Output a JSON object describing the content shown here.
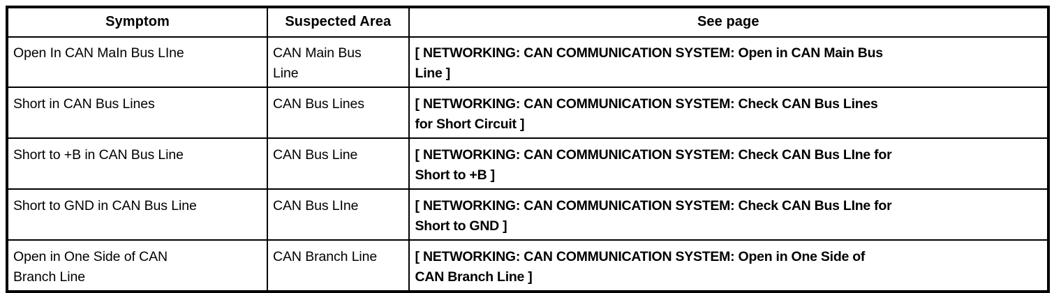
{
  "document": {
    "kind": "service-manual-symptom-table"
  },
  "table": {
    "columns": [
      {
        "key": "symptom",
        "label": "Symptom"
      },
      {
        "key": "suspected_area",
        "label": "Suspected Area"
      },
      {
        "key": "see_page",
        "label": "See page"
      }
    ],
    "rows": [
      {
        "symptom": "Open In CAN MaIn Bus LIne",
        "suspected_area": "CAN Main Bus\nLine",
        "see_page": "[ NETWORKING: CAN COMMUNICATION SYSTEM: Open in CAN Main Bus\nLine ]"
      },
      {
        "symptom": "Short in CAN Bus Lines",
        "suspected_area": "CAN Bus Lines",
        "see_page": "[ NETWORKING: CAN COMMUNICATION SYSTEM: Check CAN Bus Lines\nfor Short Circuit ]"
      },
      {
        "symptom": "Short to +B in CAN Bus Line",
        "suspected_area": "CAN Bus Line",
        "see_page": "[ NETWORKING: CAN COMMUNICATION SYSTEM: Check CAN Bus LIne for\nShort to +B ]"
      },
      {
        "symptom": "Short to GND in CAN Bus Line",
        "suspected_area": "CAN Bus LIne",
        "see_page": "[ NETWORKING: CAN COMMUNICATION SYSTEM: Check CAN Bus LIne for\nShort to GND ]"
      },
      {
        "symptom": "Open in One Side of CAN\nBranch Line",
        "suspected_area": "CAN Branch Line",
        "see_page": "[ NETWORKING: CAN COMMUNICATION SYSTEM: Open in One Side of\nCAN Branch Line ]"
      }
    ]
  },
  "colors": {
    "text": "#000000",
    "background": "#ffffff",
    "border": "#000000"
  }
}
